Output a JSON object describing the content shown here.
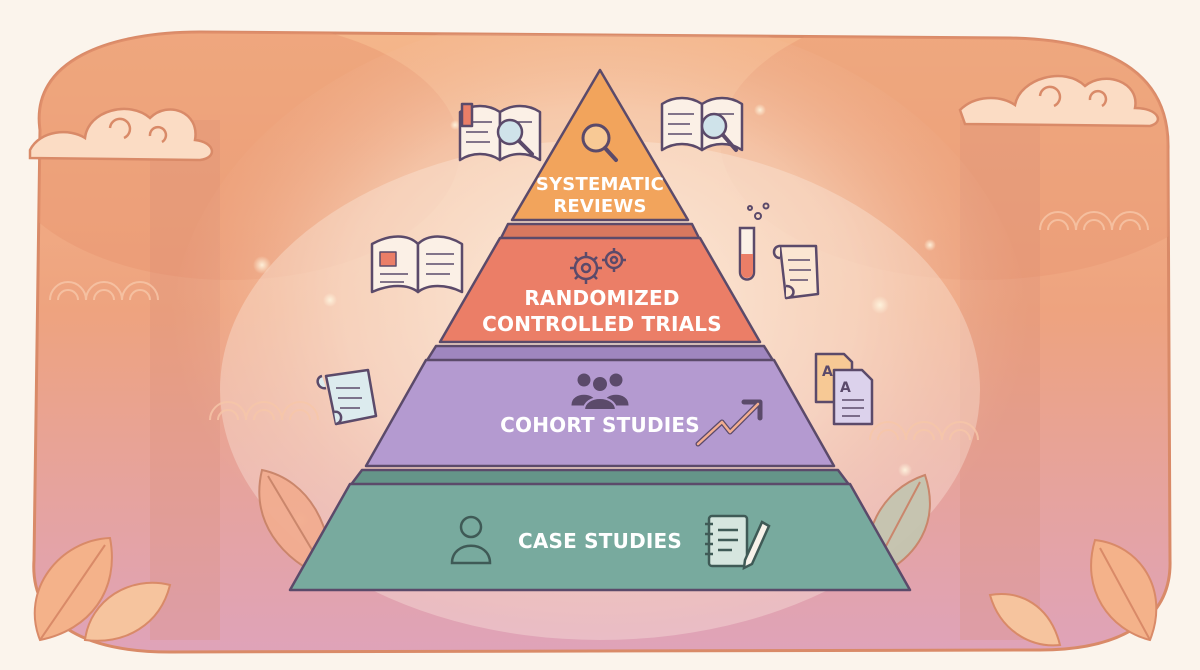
{
  "pyramid": {
    "levels": [
      {
        "lines": [
          "SYSTEMATIC",
          "REVIEWS"
        ],
        "color": "#f2a45c"
      },
      {
        "lines": [
          "RANDOMIZED",
          "CONTROLLED TRIALS"
        ],
        "color": "#eb7e67"
      },
      {
        "lines": [
          "COHORT STUDIES"
        ],
        "color": "#b49ad0"
      },
      {
        "lines": [
          "CASE STUDIES"
        ],
        "color": "#78aa9e"
      }
    ]
  },
  "icons": [
    "magnifier-icon",
    "gears-icon",
    "people-group-icon",
    "user-icon",
    "notebook-pen-icon",
    "trend-arrow-icon",
    "open-book-magnifier-icon",
    "open-book-icon",
    "test-tube-icon",
    "scroll-icon",
    "documents-icon",
    "cloud-icon",
    "leaf-icon"
  ],
  "colors": {
    "outline": "#5b4a6a",
    "frame_top": "#f3b58c",
    "frame_bottom": "#e7a4b0"
  }
}
